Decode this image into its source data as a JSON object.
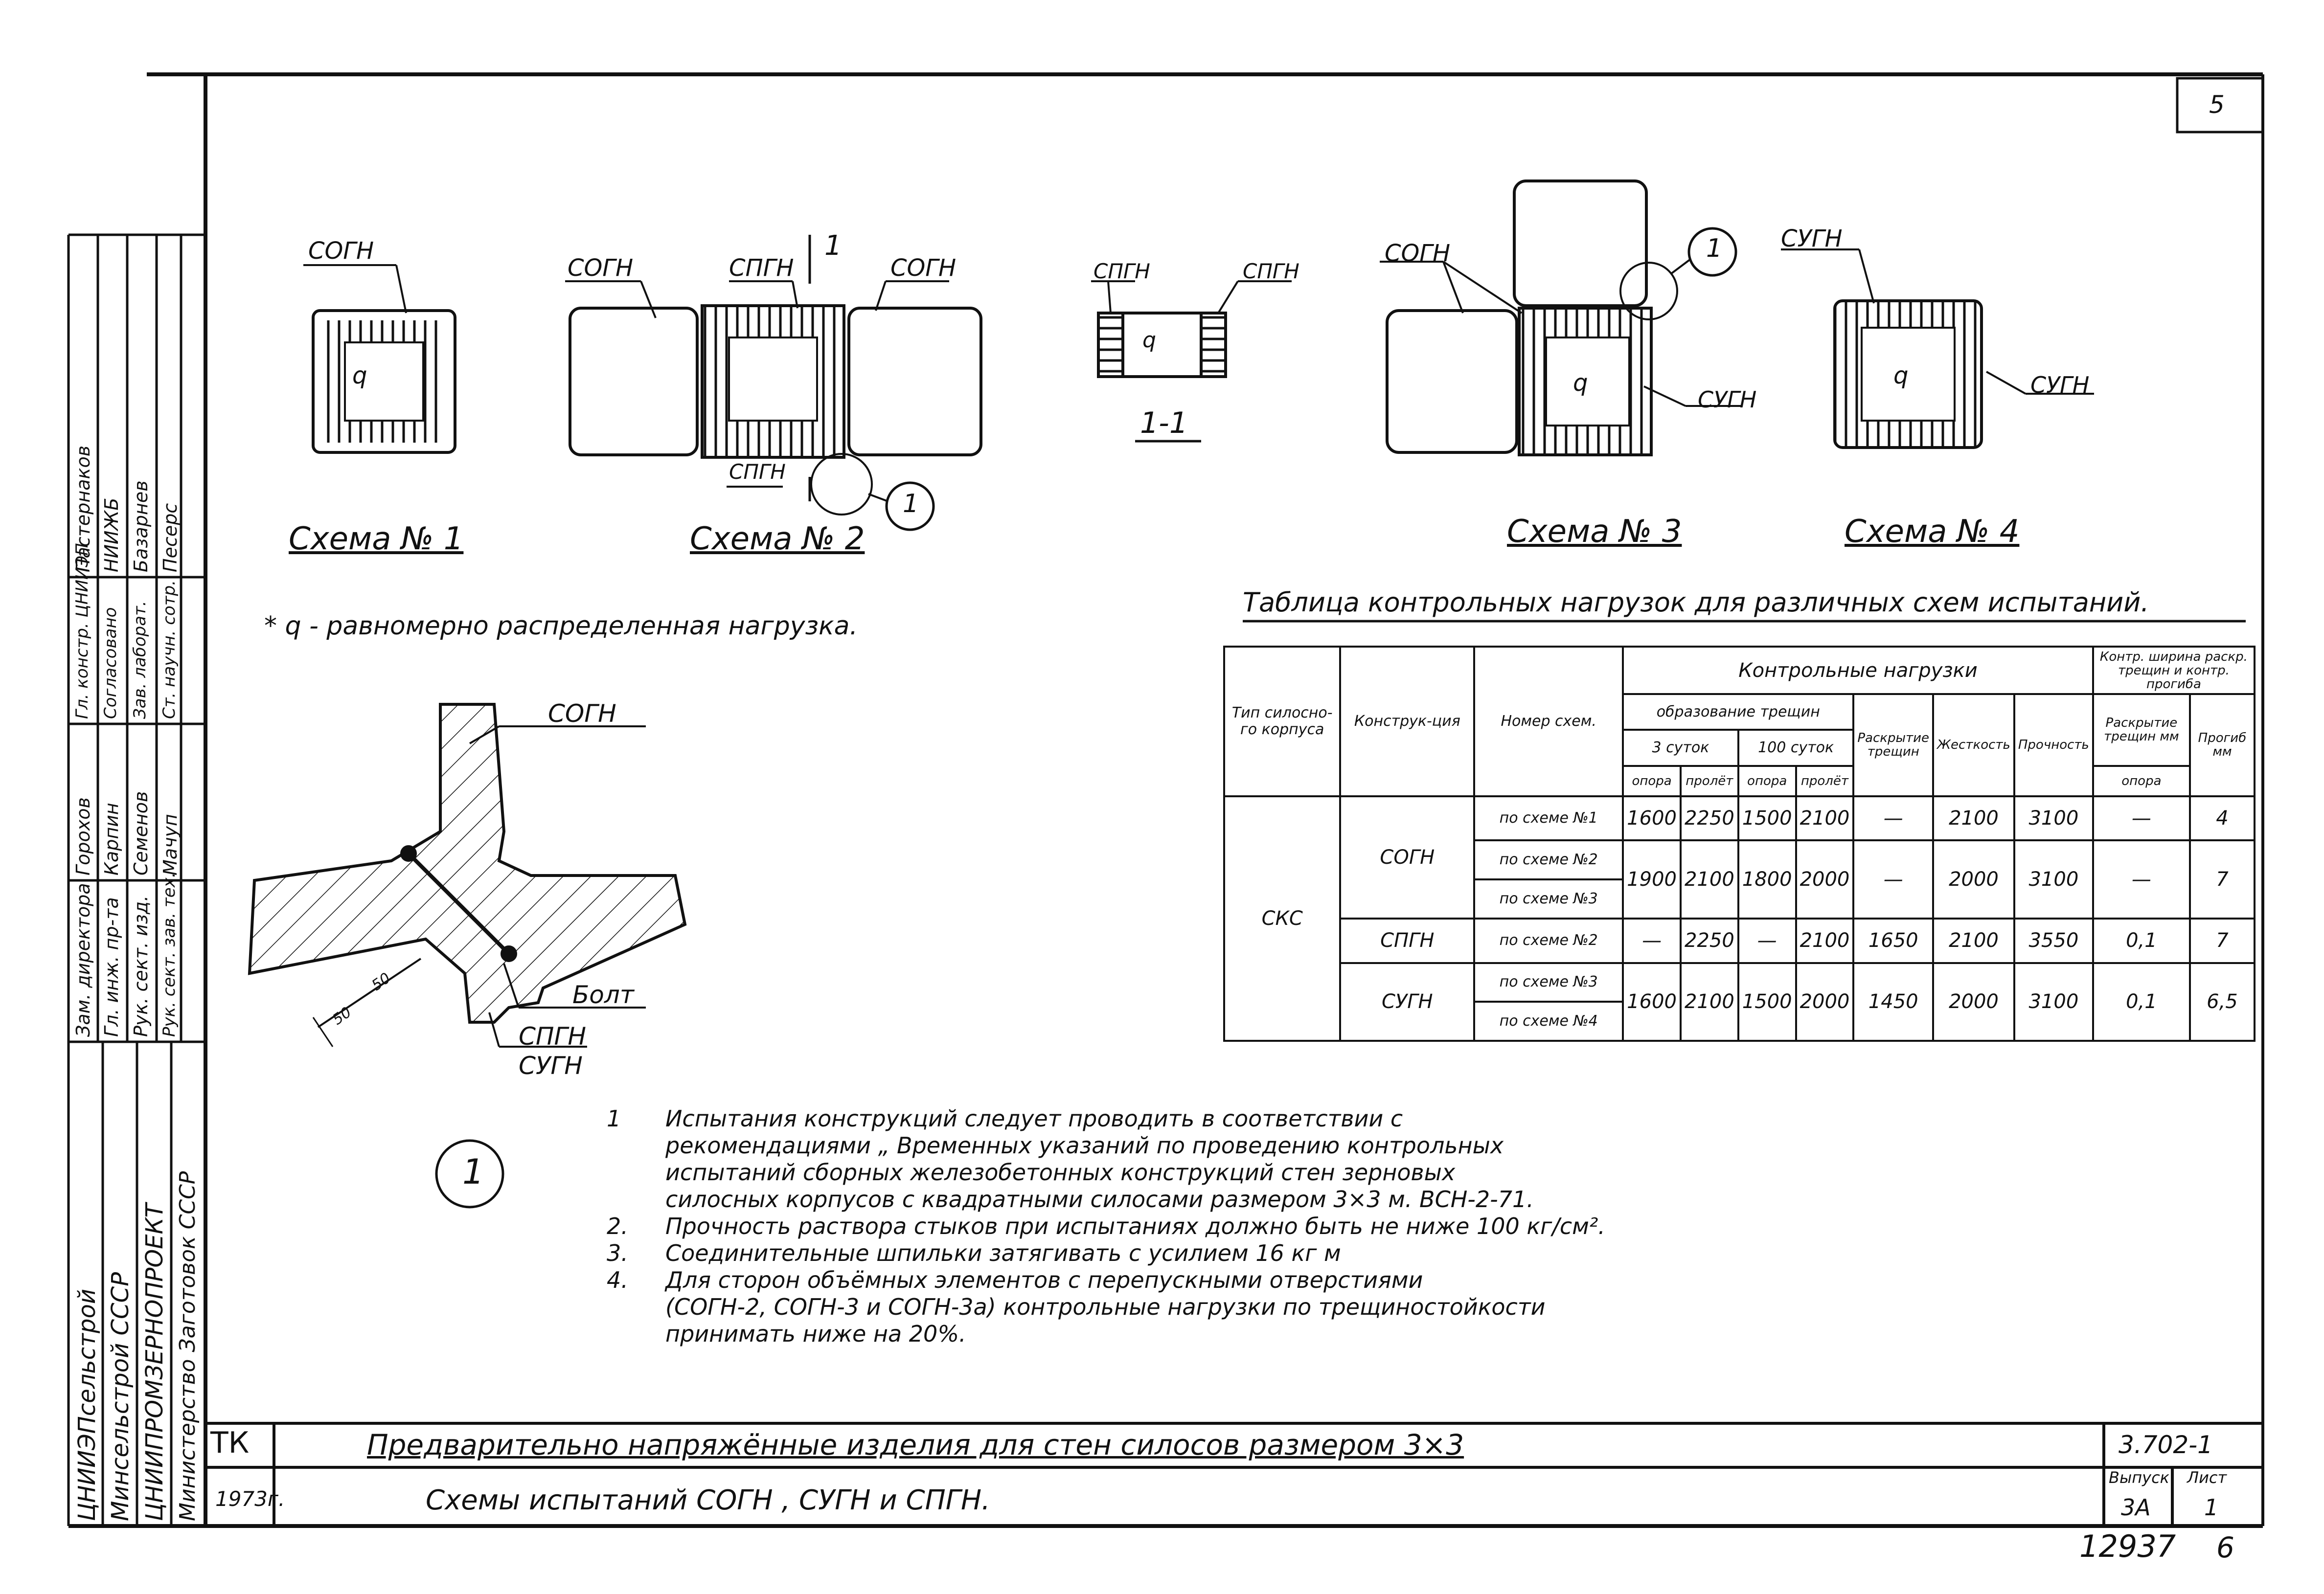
{
  "sheet_number": "5",
  "schemes": {
    "s1": {
      "title": "Схема № 1",
      "label_top": "СОГН",
      "load": "q"
    },
    "s2": {
      "title": "Схема № 2",
      "label_left": "СОГН",
      "label_mid": "СПГН",
      "label_right": "СОГН",
      "label_bottom": "СПГН",
      "section_mark": "1",
      "callout": "1"
    },
    "section": {
      "title": "1-1",
      "label_left": "СПГН",
      "label_right": "СПГН",
      "load": "q"
    },
    "s3": {
      "title": "Схема № 3",
      "label_top": "СОГН",
      "label_right": "СУГН",
      "callout": "1",
      "load": "q"
    },
    "s4": {
      "title": "Схема № 4",
      "label_top": "СУГН",
      "label_right": "СУГН",
      "load": "q"
    }
  },
  "load_note": "* q - равномерно распределенная нагрузка.",
  "detail": {
    "label_top": "СОГН",
    "label_bolt": "Болт",
    "label_bottom1": "СПГН",
    "label_bottom2": "СУГН",
    "dim1": "50",
    "dim2": "50",
    "callout": "1"
  },
  "table": {
    "title": "Таблица контрольных нагрузок для различных схем испытаний.",
    "headers": {
      "type": "Тип силосно-го корпуса",
      "construction": "Конструк-ция",
      "scheme_no": "Номер схем.",
      "control_loads": "Контрольные нагрузки",
      "crack_formation": "образование трещин",
      "d3": "3 суток",
      "d100": "100 суток",
      "opening": "Раскрытие трещин",
      "rigidity": "Жесткость",
      "strength": "Прочность",
      "width_control": "Контр. ширина раскр. трещин и контр. прогиба",
      "crack_width": "Раскрытие трещин мм",
      "deflection": "Прогиб мм",
      "support": "опора",
      "span": "пролёт"
    },
    "silo_type": "СКС",
    "rows": [
      {
        "construction": "СОГН",
        "scheme": "по схеме №1",
        "v": [
          "1600",
          "2250",
          "1500",
          "2100",
          "—",
          "2100",
          "3100",
          "—",
          "4"
        ]
      },
      {
        "construction": "",
        "scheme": "по схеме №2",
        "v": [
          "1900",
          "2100",
          "1800",
          "2000",
          "—",
          "2000",
          "3100",
          "—",
          "7"
        ]
      },
      {
        "construction": "",
        "scheme": "по схеме №3",
        "v": []
      },
      {
        "construction": "СПГН",
        "scheme": "по схеме №2",
        "v": [
          "—",
          "2250",
          "—",
          "2100",
          "1650",
          "2100",
          "3550",
          "0,1",
          "7"
        ]
      },
      {
        "construction": "СУГН",
        "scheme": "по схеме №3",
        "v": [
          "1600",
          "2100",
          "1500",
          "2000",
          "1450",
          "2000",
          "3100",
          "0,1",
          "6,5"
        ]
      },
      {
        "construction": "",
        "scheme": "по схеме №4",
        "v": []
      }
    ]
  },
  "notes": [
    {
      "num": "1",
      "lines": [
        "Испытания конструкций следует проводить в соответствии с",
        "рекомендациями „ Временных указаний по проведению контрольных",
        "испытаний сборных железобетонных конструкций стен зерновых",
        "силосных корпусов с квадратными силосами размером 3×3 м. ВСН-2-71."
      ]
    },
    {
      "num": "2.",
      "lines": [
        "Прочность раствора стыков при испытаниях должно быть не ниже 100 кг/см²."
      ]
    },
    {
      "num": "3.",
      "lines": [
        "Соединительные шпильки затягивать с усилием 16 кг м"
      ]
    },
    {
      "num": "4.",
      "lines": [
        "Для сторон объёмных элементов с перепускными отверстиями",
        "(СОГН-2, СОГН-3 и СОГН-3а) контрольные нагрузки по трещиностойкости",
        "принимать ниже на 20%."
      ]
    }
  ],
  "title_block": {
    "code_tk": "ТК",
    "title": "Предварительно напряжённые изделия для стен силосов размером 3×3",
    "subtitle": "Схемы испытаний СОГН , СУГН и СПГН.",
    "year": "1973г.",
    "doc_code": "3.702-1",
    "issue_label": "Выпуск",
    "issue": "3А",
    "sheet_label": "Лист",
    "sheet": "1",
    "inventory": "12937",
    "page": "6"
  },
  "side_block": {
    "org": [
      "ЦНИИЭПсельстрой",
      "Минсельстрой СССР",
      "ЦНИИПРОМЗЕРНОПРОЕКТ",
      "Министерство Заготовок СССР"
    ],
    "positions": [
      "Зам. директора",
      "Гл. инж. пр-та",
      "Рук. сект. изд.",
      "Рук. сект. зав. тех."
    ],
    "names": [
      "Горохов",
      "Карпин",
      "Семенов",
      "Мачуп"
    ],
    "approvals": [
      "Гл. констр. ЦНИИЭП",
      "Согласовано",
      "Зав. лаборат.",
      "Ст. научн. сотр."
    ],
    "approval_names": [
      "Пастернаков",
      "НИИЖБ",
      "Базарнев",
      "Песерс"
    ]
  }
}
